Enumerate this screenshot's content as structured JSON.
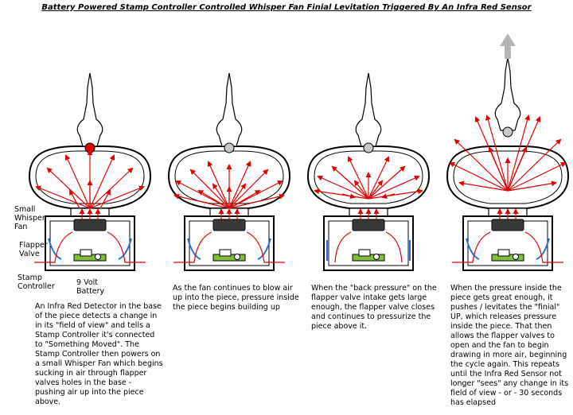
{
  "title": "Battery Powered Stamp Controller Controlled Whisper Fan Finial Levitation Triggered By An Infra Red Sensor",
  "labels": {
    "fan": "Small\nWhisper\nFan",
    "valve": "Flapper\nValve",
    "controller": "Stamp\nController",
    "battery": "9 Volt\nBattery"
  },
  "captions": [
    "An Infra Red Detector in the base\nof the piece detects a change in\nin its \"field of view\" and tells a\nStamp Controller it's connected\nto \"Something Moved\". The\nStamp Controller then powers on\na small Whisper Fan which begins\nsucking in air through flapper\nvalves holes in the base -\npushing air up into the piece\nabove.",
    "As the fan continues to blow air\nup into the piece, pressure inside\nthe piece begins building up",
    "When the \"back pressure\" on the\nflapper valve intake gets large\nenough, the flapper valve closes\nand continues to pressurize the\npiece above it.",
    "When the pressure inside the\npiece gets great enough, it\npushes / levitates the \"finial\"\nUP, which releases pressure\ninside the piece. That then\nallows the flapper valves to\nopen and the fan to begin\ndrawing in more air, beginning\nthe cycle again. This repeats\nuntil the Infra Red Sensor not\nlonger \"sees\" any change in its\nfield of view - or - 30 seconds\nhas elapsed"
  ],
  "colors": {
    "arrow": "#e00000",
    "outline": "#000000",
    "valve": "#2a6fd6",
    "board": "#7fbf3f",
    "fan": "#3a3a3a",
    "ball": "#c8c8c8",
    "lift": "#b5b5b5"
  }
}
